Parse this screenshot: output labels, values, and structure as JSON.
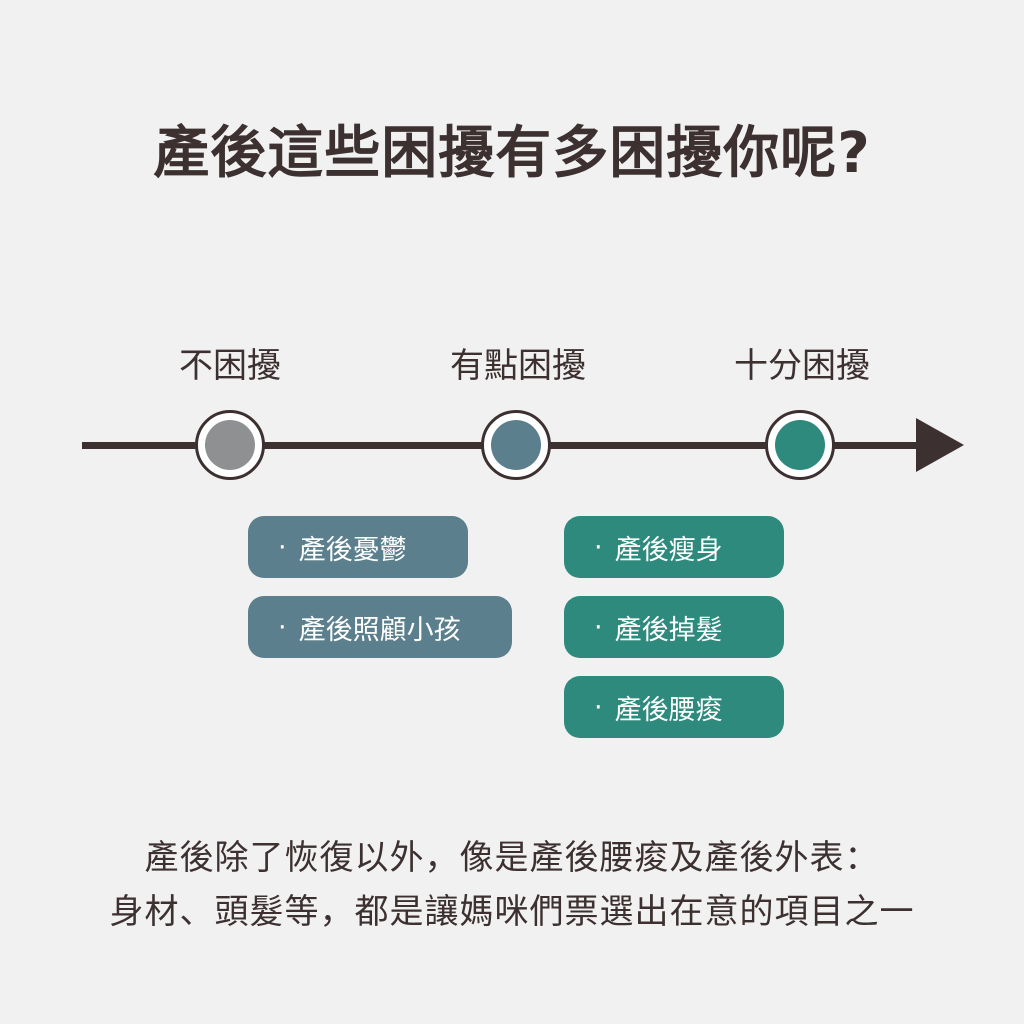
{
  "title": "產後這些困擾有多困擾你呢?",
  "colors": {
    "background": "#f1f1f1",
    "dark": "#3c3130",
    "gray": "#8e9091",
    "blue": "#5b7f8c",
    "green": "#2e8a7c"
  },
  "levels": [
    {
      "label": "不困擾",
      "color": "#8e9091"
    },
    {
      "label": "有點困擾",
      "color": "#5b7f8c"
    },
    {
      "label": "十分困擾",
      "color": "#2e8a7c"
    }
  ],
  "bullet": "·",
  "moderate_items": [
    "產後憂鬱",
    "產後照顧小孩"
  ],
  "severe_items": [
    "產後瘦身",
    "產後掉髮",
    "產後腰痠"
  ],
  "caption": {
    "line1": "產後除了恢復以外，像是產後腰痠及產後外表：",
    "line2": "身材、頭髮等，都是讓媽咪們票選出在意的項目之一"
  }
}
